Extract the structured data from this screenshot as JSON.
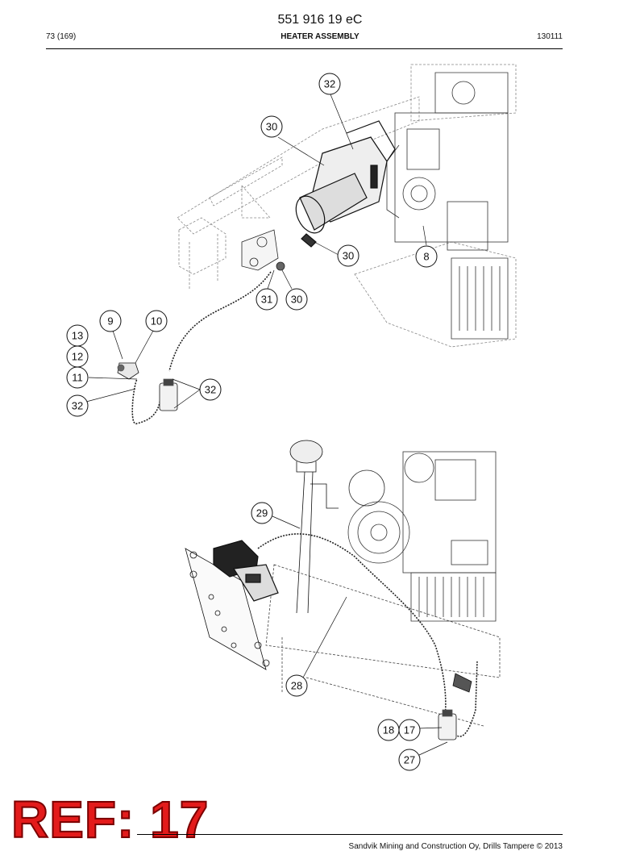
{
  "header": {
    "doc_number": "551 916 19 eC",
    "page": "73 (169)",
    "title": "HEATER ASSEMBLY",
    "date": "130111"
  },
  "callouts_top": [
    "32",
    "30",
    "30",
    "8",
    "31",
    "30",
    "9",
    "10",
    "13",
    "12",
    "11",
    "32",
    "32"
  ],
  "callouts_bottom": [
    "29",
    "28",
    "18",
    "17",
    "27"
  ],
  "stamp": "REF: 17",
  "footer": "Sandvik Mining and Construction Oy, Drills Tampere © 2013"
}
